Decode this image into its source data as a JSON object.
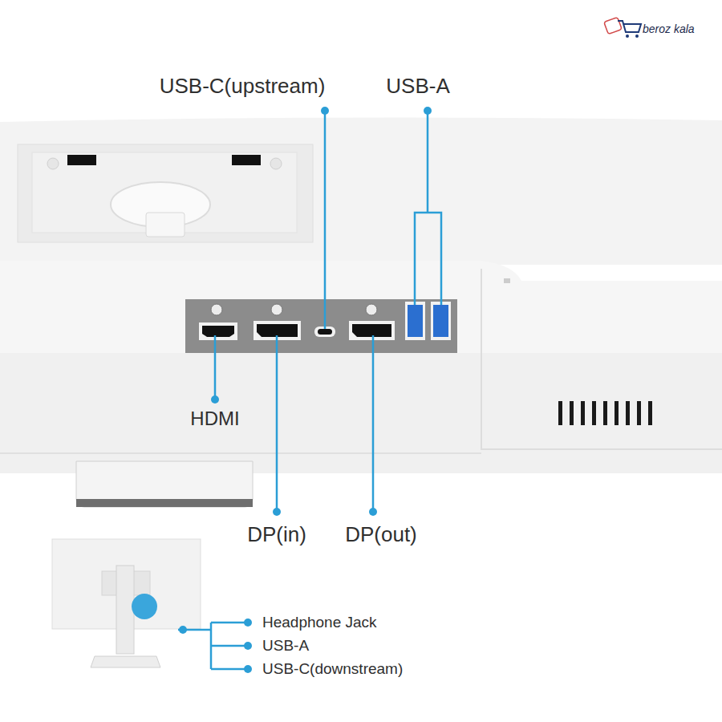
{
  "diagram": {
    "labels": [
      "beroz kala",
      "USB-C(upstream)",
      "USB-A",
      "HDMI",
      "DP(in)",
      "DP(out)",
      "Headphone Jack",
      "USB-A",
      "USB-C(downstream)"
    ]
  }
}
